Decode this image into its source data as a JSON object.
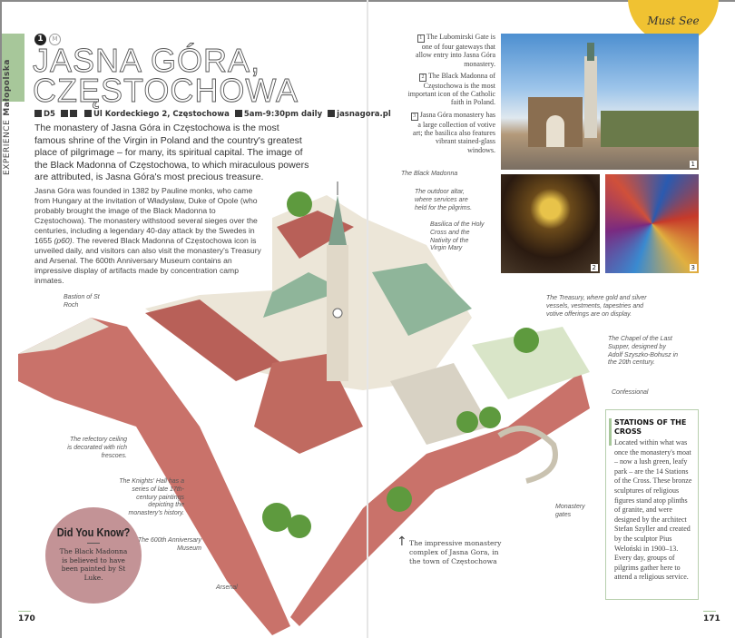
{
  "side_tab": {
    "section": "EXPERIENCE",
    "region": "Małopolska"
  },
  "badges": {
    "number": "1",
    "secondary": "M"
  },
  "title": {
    "line1": "JASNA GÓRA,",
    "line2": "CZĘSTOCHOWA"
  },
  "info": [
    {
      "icon": "map-icon",
      "text": "D5"
    },
    {
      "icon": "transport-icon",
      "text": ""
    },
    {
      "icon": "address-icon",
      "text": "Ul Kordeckiego 2, Częstochowa"
    },
    {
      "icon": "clock-icon",
      "text": "5am-9:30pm daily"
    },
    {
      "icon": "web-icon",
      "text": "jasnagora.pl"
    }
  ],
  "intro": "The monastery of Jasna Góra in Częstochowa is the most famous shrine of the Virgin in Poland and the country's greatest place of pilgrimage – for many, its spiritual capital. The image of the Black Madonna of Częstochowa, to which miraculous powers are attributed, is Jasna Góra's most precious treasure.",
  "body": {
    "a": "Jasna Góra was founded in 1382 by Pauline monks, who came from Hungary at the invitation of Władysław, Duke of Opole (who probably brought the image of the Black Madonna to Częstochowa). The monastery withstood several sieges over the centuries, including a legendary 40-day attack by the Swedes in 1655 ",
    "ref": "(p60)",
    "b": ". The revered Black Madonna of Częstochowa icon is unveiled daily, and visitors can also visit the monastery's Treasury and Arsenal. The 600th Anniversary Museum contains an impressive display of artifacts made by concentration camp inmates."
  },
  "must_see": "Must See",
  "captions": [
    {
      "n": "1",
      "text": "The Lubomirski Gate is one of four gateways that allow entry into Jasna Góra monastery."
    },
    {
      "n": "2",
      "text": "The Black Madonna of Częstochowa is the most important icon of the Catholic faith in Poland."
    },
    {
      "n": "3",
      "text": "Jasna Góra monastery has a large collection of votive art; the basilica also features vibrant stained-glass windows."
    }
  ],
  "photos": [
    "1",
    "2",
    "3"
  ],
  "labels": {
    "black_madonna": "The Black Madonna",
    "altar": "The outdoor altar, where services are held for the pilgrims.",
    "basilica": "Basilica of the Holy Cross and the Nativity of the Virgin Mary",
    "bastion": "Bastion of St Roch",
    "treasury": "The Treasury, where gold and silver vessels, vestments, tapestries and votive offerings are on display.",
    "chapel": "The Chapel of the Last Supper, designed by Adolf Szyszko-Bohusz in the 20th century.",
    "confessional": "Confessional",
    "refectory": "The refectory ceiling is decorated with rich frescoes.",
    "knights": "The Knights' Hall has a series of late 17th-century paintings depicting the monastery's history.",
    "museum": "The 600th Anniversary Museum",
    "arsenal": "Arsenal",
    "gates": "Monastery gates"
  },
  "main_caption": "The impressive monastery complex of Jasna Gora, in the town of Częstochowa",
  "did_you_know": {
    "title": "Did You Know?",
    "text": "The Black Madonna is believed to have been painted by St Luke."
  },
  "sidebar": {
    "title": "STATIONS OF THE CROSS",
    "text": "Located within what was once the monastery's moat – now a lush green, leafy park – are the 14 Stations of the Cross. These bronze sculptures of religious figures stand atop plinths of granite, and were designed by the architect Stefan Szyller and created by the sculptor Pius Weloński in 1900–13. Every day, groups of pilgrims gather here to attend a religious service."
  },
  "page_numbers": {
    "left": "170",
    "right": "171"
  },
  "colors": {
    "tab_green": "#a7c79a",
    "must_see_yellow": "#f0c232",
    "did_you_know_pink": "#c39396",
    "wall_red": "#c9726a",
    "roof_green": "#8fb59a"
  }
}
